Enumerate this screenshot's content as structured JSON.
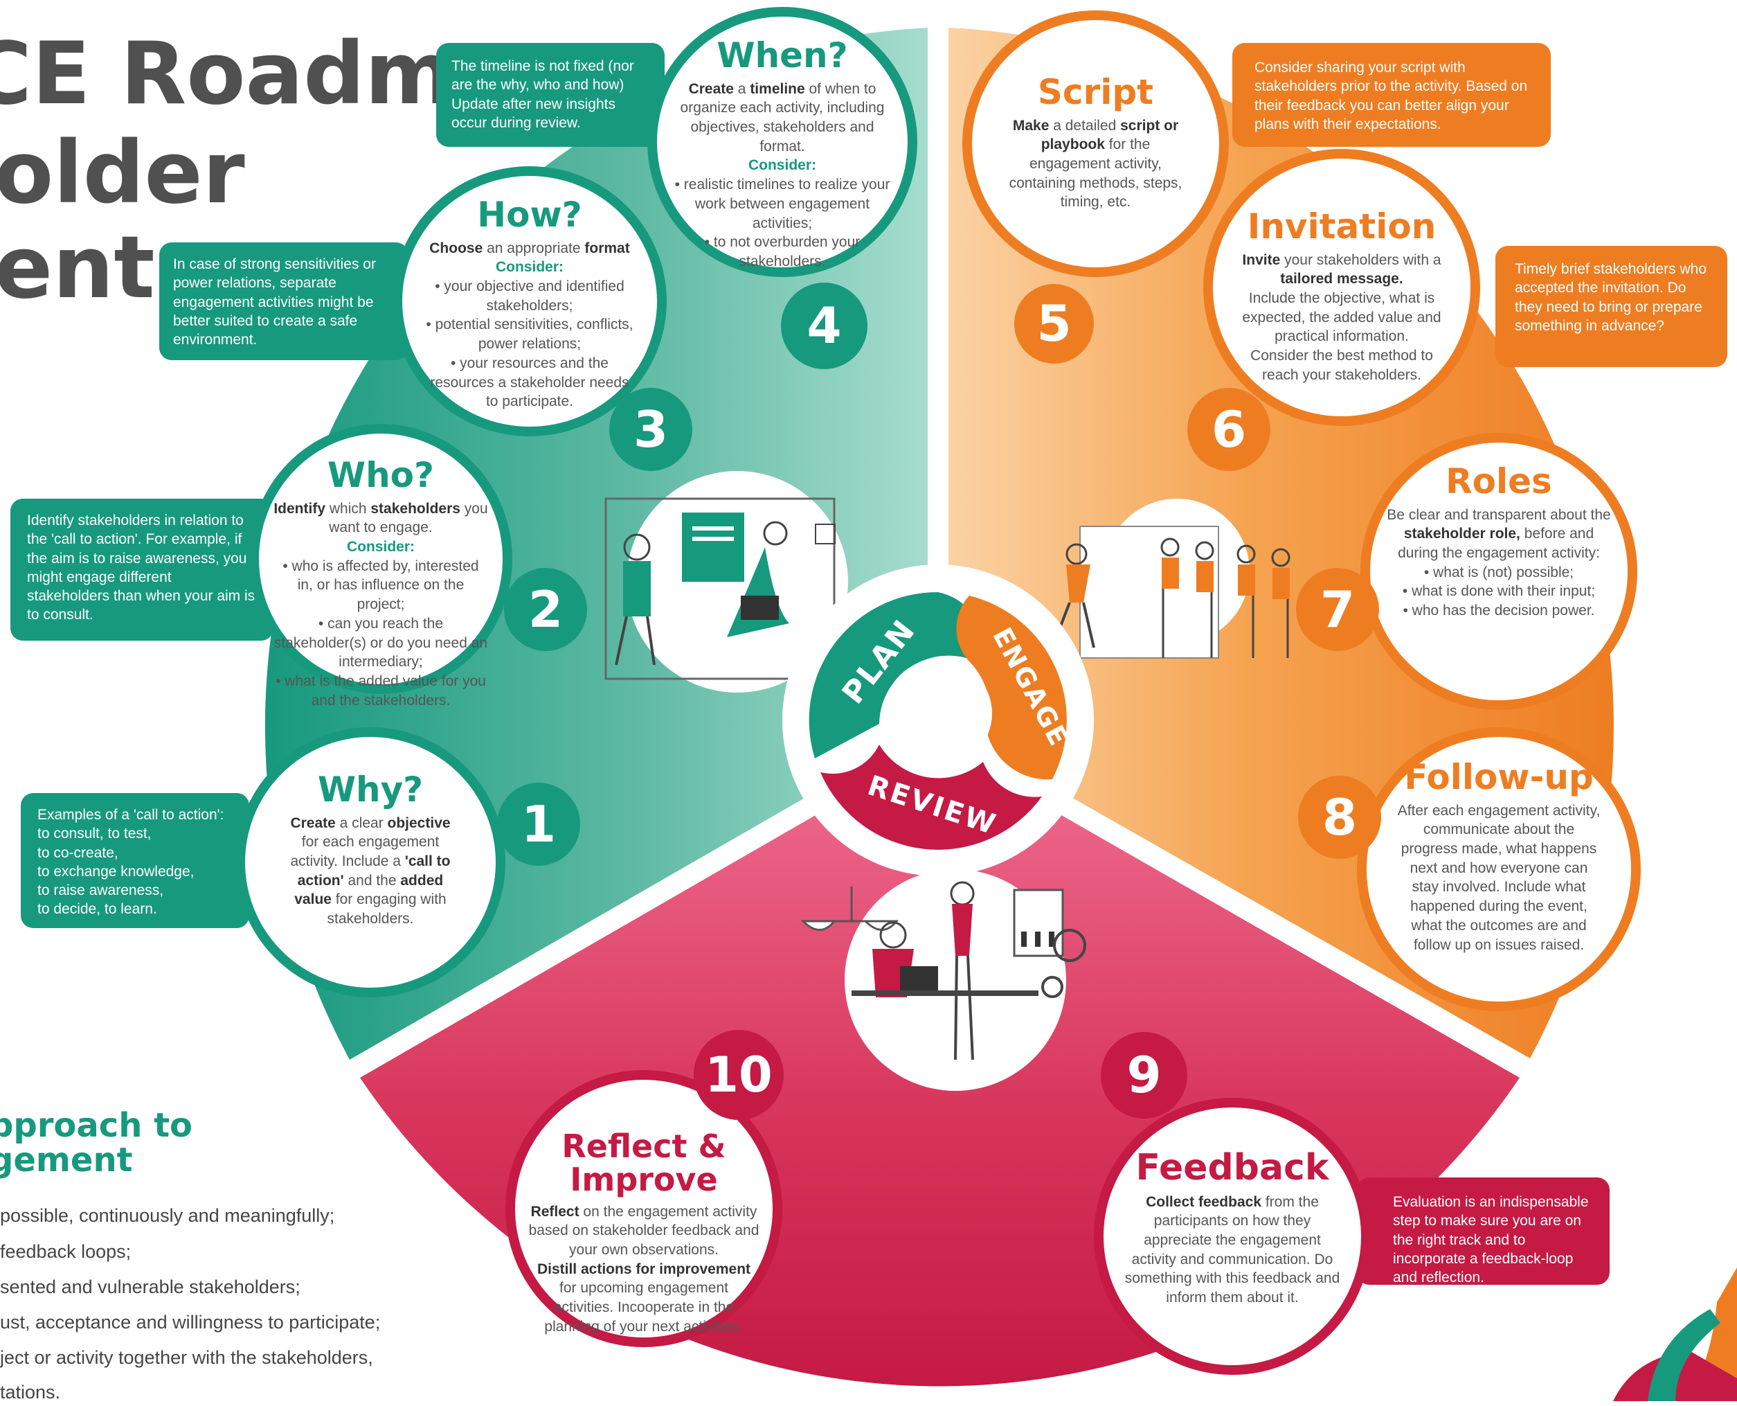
{
  "title": {
    "line1": "CE Roadmap",
    "line2": "older",
    "line3": "ent"
  },
  "colors": {
    "teal": "#17997e",
    "orange": "#ee7d22",
    "red": "#c41a44"
  },
  "hub": {
    "plan": "PLAN",
    "engage": "ENGAGE",
    "review": "REVIEW"
  },
  "steps": [
    {
      "number": "1",
      "title": "Why?",
      "body_html": "<b>Create</b> a clear <b>objective</b> for each engagement activity. Include a <b>'call to action'</b> and the <b>added value</b> for engaging with stakeholders.",
      "callout": "Examples of a 'call to action':<br>to consult, to test,<br>to co-create,<br>to exchange knowledge,<br>to raise awareness,<br>to decide, to learn."
    },
    {
      "number": "2",
      "title": "Who?",
      "body_html": "<b>Identify</b> which <b>stakeholders</b> you want to engage.<span class='consider tealc'>Consider:</span>• who is affected by, interested in, or has influence on the project;<br>• can you reach the stakeholder(s) or do you need an intermediary;<br>• what is the added value for you and the stakeholders.",
      "callout": "Identify stakeholders in relation to the 'call to action'. For example, if the aim is to raise awareness, you might engage different stakeholders than when your aim is to consult."
    },
    {
      "number": "3",
      "title": "How?",
      "body_html": "<b>Choose</b> an appropriate <b>format</b><span class='consider tealc'>Consider:</span>• your objective and identified stakeholders;<br>• potential sensitivities, conflicts, power relations;<br>• your resources and the resources a stakeholder needs to participate.",
      "callout": "In case of strong sensitivities or power relations, separate engagement activities might be better suited to create a safe environment."
    },
    {
      "number": "4",
      "title": "When?",
      "body_html": "<b>Create</b> a <b>timeline</b> of when to organize each activity, including objectives, stakeholders and format.<span class='consider tealc'>Consider:</span>• realistic timelines to realize your work between engagement activities;<br>• to not overburden your stakeholders.",
      "callout": "The timeline is not fixed (nor are the why, who and how) Update after new insights occur during review."
    },
    {
      "number": "5",
      "title": "Script",
      "body_html": "<b>Make</b> a detailed <b>script or playbook</b> for the engagement activity, containing methods, steps, timing, etc.",
      "callout": "Consider sharing your script with stakeholders prior to the activity. Based on their feedback you can better align your plans with their expectations."
    },
    {
      "number": "6",
      "title": "Invitation",
      "body_html": "<b>Invite</b> your stakeholders with a <b>tailored message.</b><br>Include the objective, what is expected, the added value and practical information.<br>Consider the best method to reach your stakeholders.",
      "callout": "Timely brief stakeholders who accepted the invitation. Do they need to bring or prepare something in advance?"
    },
    {
      "number": "7",
      "title": "Roles",
      "body_html": "Be clear and transparent about the <b>stakeholder role,</b> before and during the engagement activity:<br>• what is (not) possible;<br>• what is done with their input;<br>• who has the decision power.",
      "callout": ""
    },
    {
      "number": "8",
      "title": "Follow-up",
      "body_html": "After each engagement activity, communicate about the progress made, what happens next and how everyone can stay involved. Include what happened during the event, what the outcomes are and follow up on issues raised.",
      "callout": ""
    },
    {
      "number": "9",
      "title": "Feedback",
      "body_html": "<b>Collect feedback</b> from the participants on how they appreciate the engagement activity and communication. Do something with this feedback and inform them about it.",
      "callout": "Evaluation is an indispensable step to make sure you are on the right track and to incorporate a feedback-loop and reflection."
    },
    {
      "number": "10",
      "title": "Reflect & Improve",
      "body_html": "<b>Reflect</b> on the engagement activity based on stakeholder feedback and your own observations.<br><b>Distill actions for improvement</b> for upcoming engagement activities. Incooperate in the planning of your next activities.",
      "callout": ""
    }
  ],
  "approach": {
    "title_line1": "pproach to",
    "title_line2": "gement",
    "items": [
      "possible, continuously and meaningfully;",
      "feedback loops;",
      "sented and vulnerable stakeholders;",
      "ust, acceptance and willingness to participate;",
      "ject or activity together with the stakeholders,",
      "tations."
    ]
  }
}
